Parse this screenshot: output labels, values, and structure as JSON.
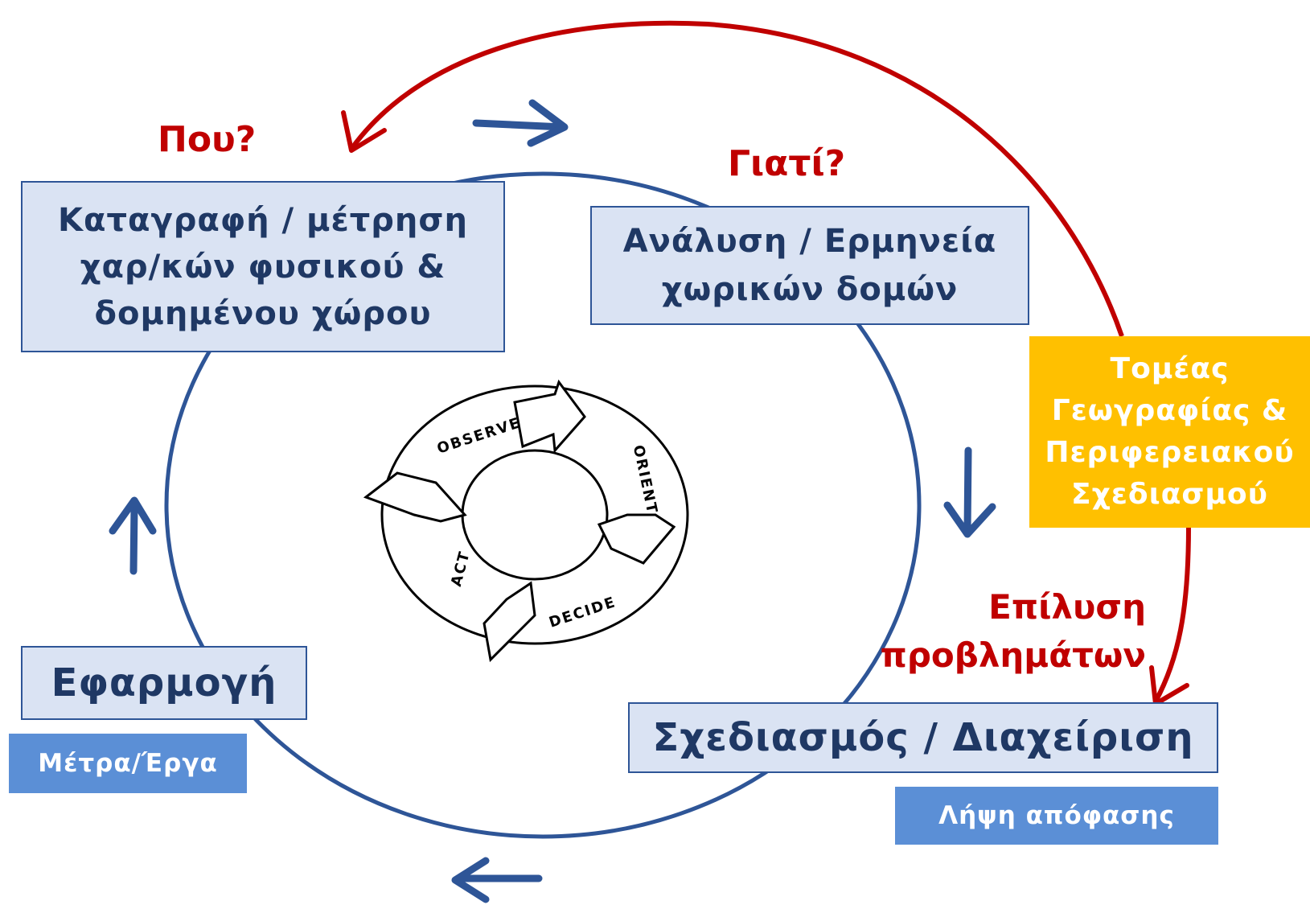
{
  "questions": {
    "where": "Που?",
    "why": "Γιατί?",
    "solve_line1": "Επίλυση",
    "solve_line2": "προβλημάτων"
  },
  "stages": {
    "record": {
      "line1": "Καταγραφή / μέτρηση",
      "line2": "χαρ/κών φυσικού &",
      "line3": "δομημένου χώρου"
    },
    "analysis": {
      "line1": "Ανάλυση / Ερμηνεία",
      "line2": "χωρικών δομών"
    },
    "planning": {
      "label": "Σχεδιασμός / Διαχείριση"
    },
    "application": {
      "label": "Εφαρμογή"
    }
  },
  "sublabels": {
    "measures": "Μέτρα/Έργα",
    "decision": "Λήψη απόφασης"
  },
  "sector": {
    "line1": "Τομέας",
    "line2": "Γεωγραφίας &",
    "line3": "Περιφερειακού",
    "line4": "Σχεδιασμού"
  },
  "ooda": {
    "observe": "OBSERVE",
    "orient": "ORIENT",
    "decide": "DECIDE",
    "act": "ACT"
  },
  "colors": {
    "cycle": "#2e5597",
    "red_arrow": "#c00000",
    "stage_fill": "#dae3f3",
    "sub_fill": "#5b8fd6",
    "sector_fill": "#ffc000"
  }
}
